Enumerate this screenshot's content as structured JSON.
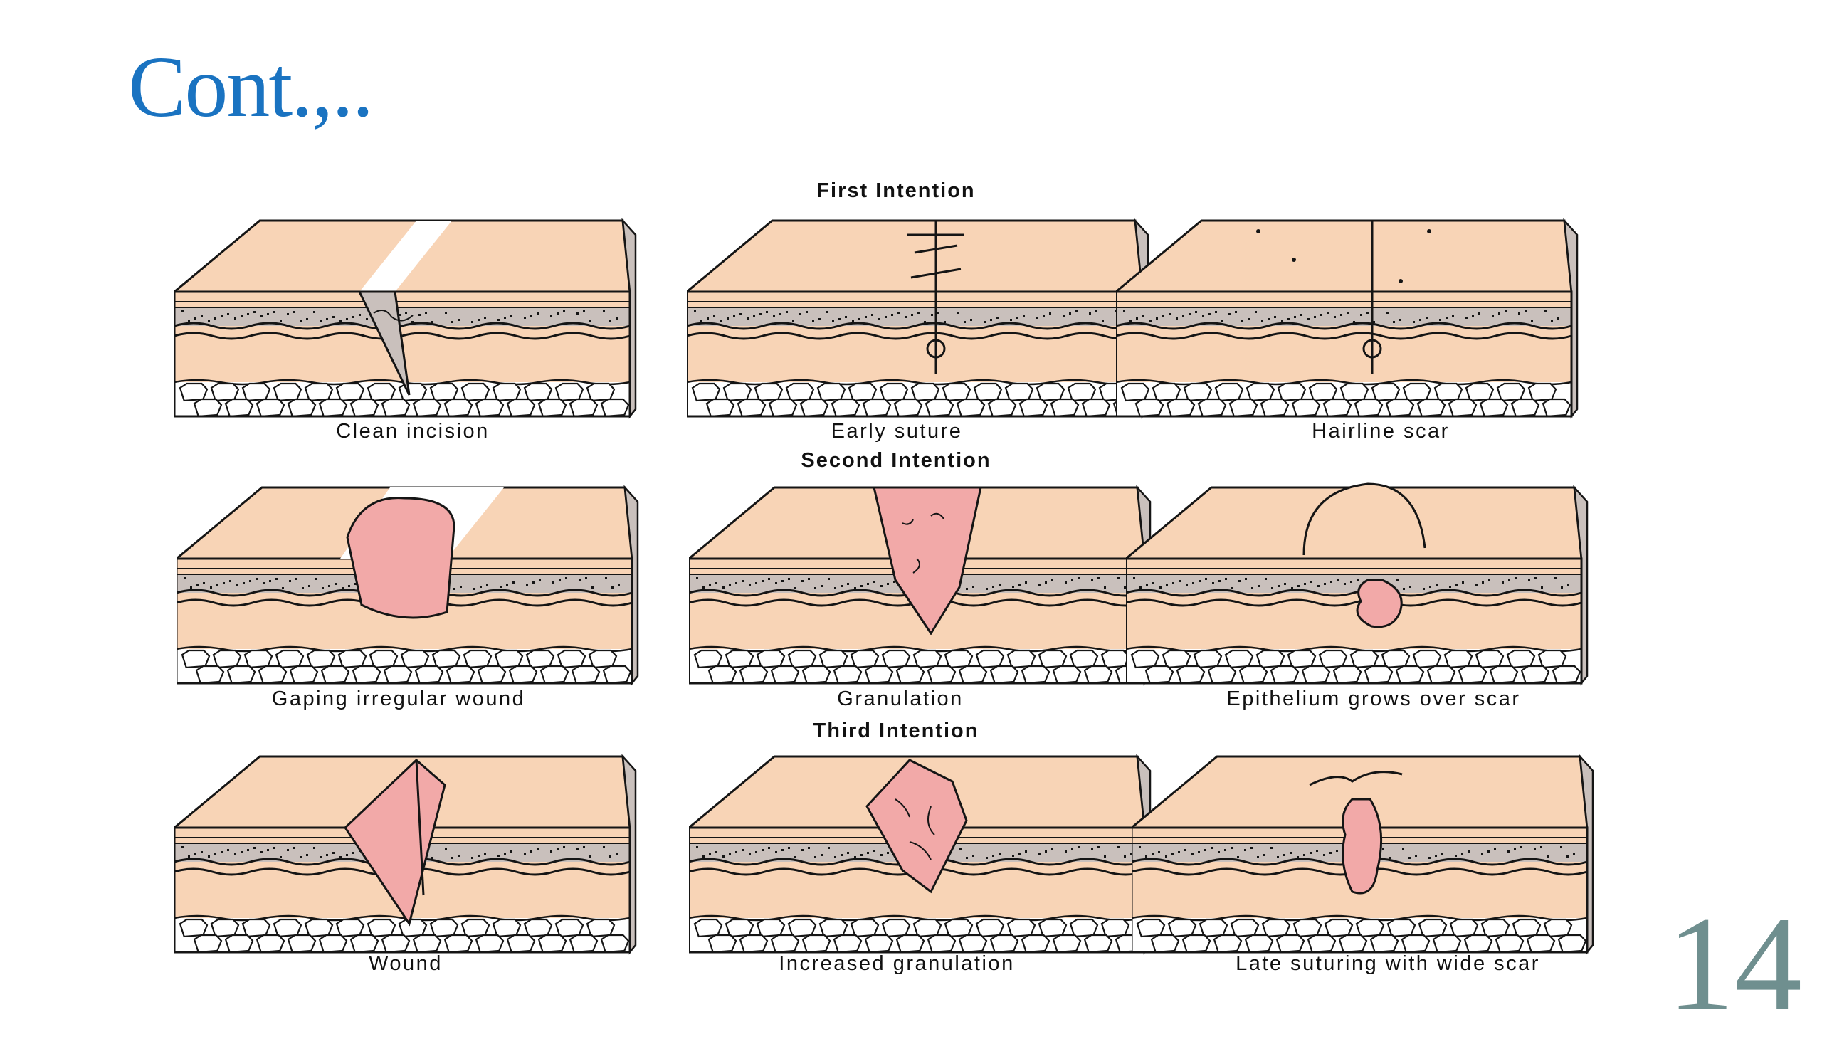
{
  "slide": {
    "title": "Cont.,..",
    "page_number": "14",
    "title_color": "#1a73c1",
    "page_number_color": "#6f8f8f"
  },
  "diagram": {
    "colors": {
      "skin": "#f8d4b6",
      "dermis_gray": "#c9c0bc",
      "wound": "#f2a9a8",
      "ink": "#151515",
      "fat": "#ffffff"
    },
    "sections": [
      {
        "title": "First Intention",
        "panels": [
          {
            "caption": "Clean incision",
            "stage": "clean-incision"
          },
          {
            "caption": "Early suture",
            "stage": "early-suture"
          },
          {
            "caption": "Hairline scar",
            "stage": "hairline-scar"
          }
        ]
      },
      {
        "title": "Second Intention",
        "panels": [
          {
            "caption": "Gaping irregular wound",
            "stage": "gaping-wound"
          },
          {
            "caption": "Granulation",
            "stage": "granulation"
          },
          {
            "caption": "Epithelium grows over scar",
            "stage": "epithelium-over-scar"
          }
        ]
      },
      {
        "title": "Third Intention",
        "panels": [
          {
            "caption": "Wound",
            "stage": "wound"
          },
          {
            "caption": "Increased granulation",
            "stage": "increased-granulation"
          },
          {
            "caption": "Late suturing with wide scar",
            "stage": "late-suturing-wide-scar"
          }
        ]
      }
    ]
  }
}
